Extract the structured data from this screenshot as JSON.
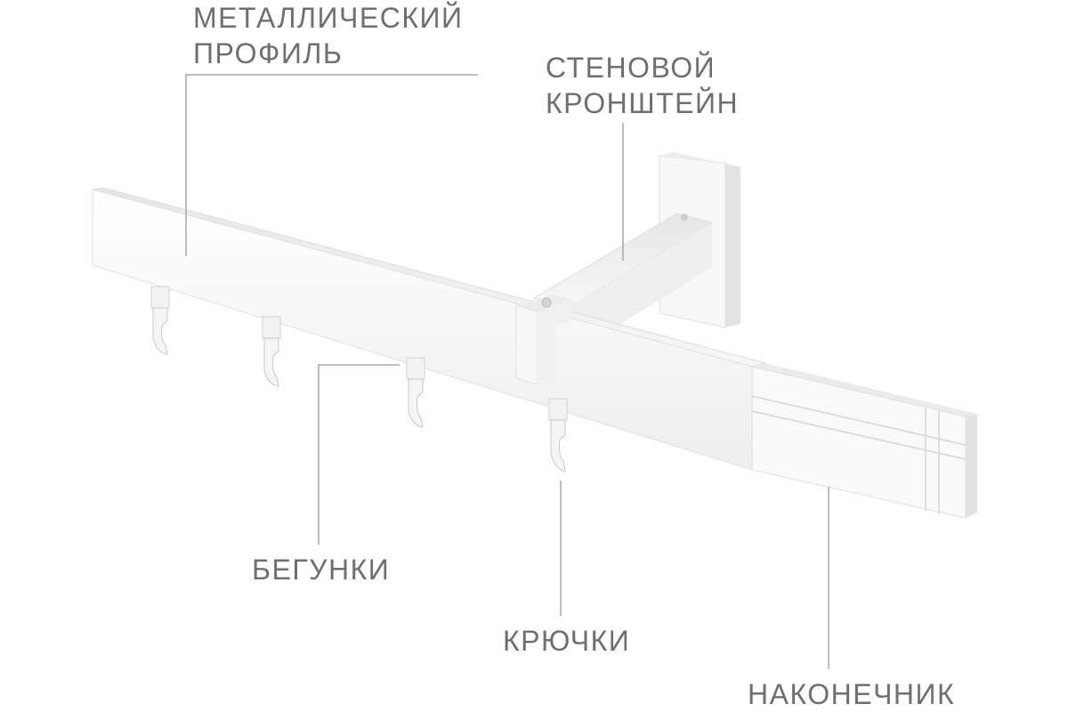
{
  "labels": {
    "profile_line1": "МЕТАЛЛИЧЕСКИЙ",
    "profile_line2": "ПРОФИЛЬ",
    "bracket_line1": "СТЕНОВОЙ",
    "bracket_line2": "КРОНШТЕЙН",
    "runners": "БЕГУНКИ",
    "hooks": "КРЮЧКИ",
    "endcap": "НАКОНЕЧНИК"
  },
  "colors": {
    "label_text": "#6f6f6f",
    "leader_line": "#a8a8a8",
    "product_white": "#f4f4f4",
    "product_shadow": "#d9d9d9"
  }
}
